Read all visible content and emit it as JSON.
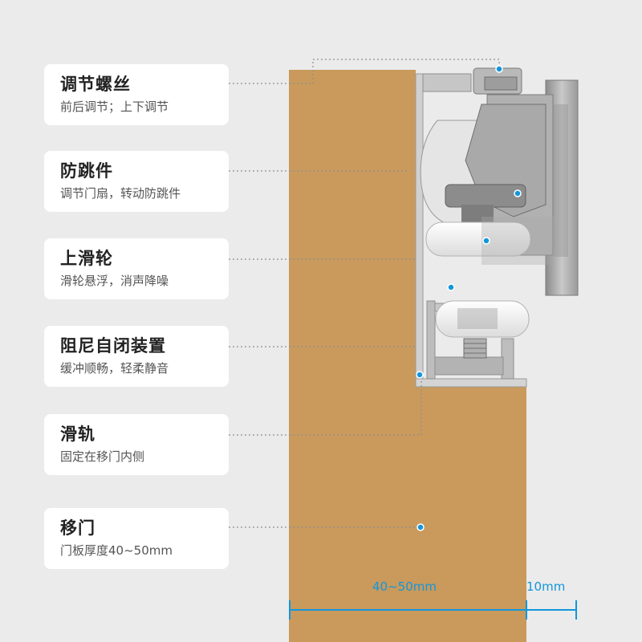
{
  "callouts": [
    {
      "title": "调节螺丝",
      "subtitle": "前后调节；上下调节"
    },
    {
      "title": "防跳件",
      "subtitle": "调节门扇，转动防跳件"
    },
    {
      "title": "上滑轮",
      "subtitle": "滑轮悬浮，消声降噪"
    },
    {
      "title": "阻尼自闭装置",
      "subtitle": "缓冲顺畅，轻柔静音"
    },
    {
      "title": "滑轨",
      "subtitle": "固定在移门内侧"
    },
    {
      "title": "移门",
      "subtitle": "门板厚度40~50mm"
    }
  ],
  "dimensions": {
    "door": "40~50mm",
    "rail": "10mm"
  },
  "colors": {
    "door": "#c99a5c",
    "accent": "#1296db",
    "metal": "#a9a9a9",
    "wheel": "#f3f3f3",
    "background": "#ebebeb"
  }
}
